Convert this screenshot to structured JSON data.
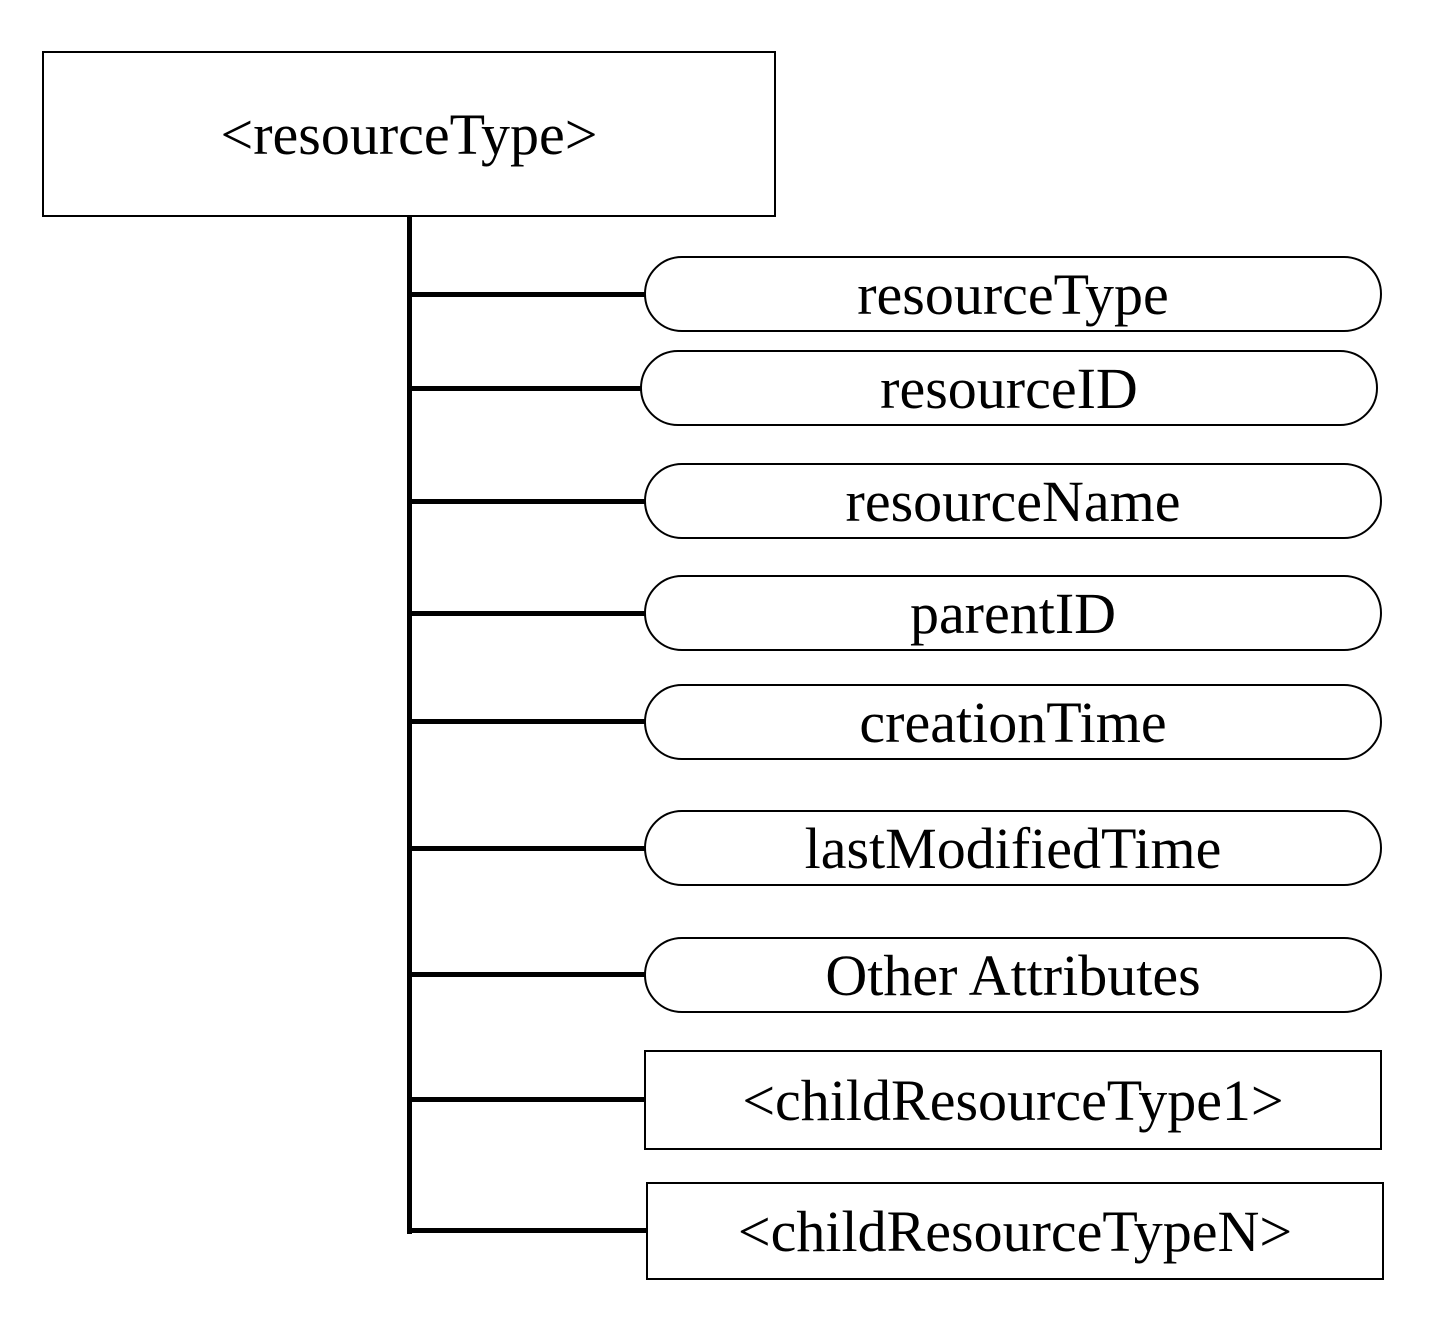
{
  "root": {
    "label": "<resourceType>"
  },
  "attributes": [
    {
      "label": "resourceType"
    },
    {
      "label": "resourceID"
    },
    {
      "label": "resourceName"
    },
    {
      "label": "parentID"
    },
    {
      "label": "creationTime"
    },
    {
      "label": "lastModifiedTime"
    },
    {
      "label": "Other Attributes"
    }
  ],
  "children": [
    {
      "label": "<childResourceType1>"
    },
    {
      "label": "<childResourceTypeN>"
    }
  ]
}
